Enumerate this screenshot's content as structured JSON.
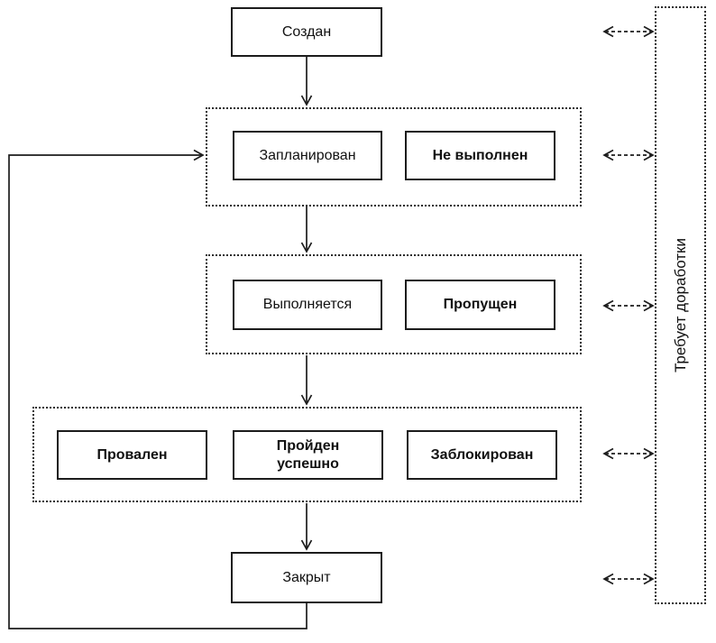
{
  "diagram": {
    "type": "state-flowchart",
    "language": "ru",
    "nodes": {
      "created": "Создан",
      "planned": "Запланирован",
      "not_executed": "Не выполнен",
      "in_progress": "Выполняется",
      "skipped": "Пропущен",
      "failed": "Провален",
      "passed": "Пройден\nуспешно",
      "blocked": "Заблокирован",
      "closed": "Закрыт",
      "needs_rework": "Требует доработки"
    },
    "groups": [
      {
        "id": "planning-group",
        "members": [
          "planned",
          "not_executed"
        ]
      },
      {
        "id": "execution-group",
        "members": [
          "in_progress",
          "skipped"
        ]
      },
      {
        "id": "results-group",
        "members": [
          "failed",
          "passed",
          "blocked"
        ]
      }
    ],
    "edges": [
      {
        "from": "created",
        "to": "planning-group",
        "style": "solid-arrow"
      },
      {
        "from": "planning-group",
        "to": "execution-group",
        "style": "solid-arrow"
      },
      {
        "from": "execution-group",
        "to": "results-group",
        "style": "solid-arrow"
      },
      {
        "from": "results-group",
        "to": "closed",
        "style": "solid-arrow"
      },
      {
        "from": "closed",
        "to": "planning-group",
        "style": "solid-arrow-loop-left"
      },
      {
        "from": "created",
        "to": "needs_rework",
        "style": "dashed-bidirectional"
      },
      {
        "from": "planning-group",
        "to": "needs_rework",
        "style": "dashed-bidirectional"
      },
      {
        "from": "execution-group",
        "to": "needs_rework",
        "style": "dashed-bidirectional"
      },
      {
        "from": "results-group",
        "to": "needs_rework",
        "style": "dashed-bidirectional"
      },
      {
        "from": "closed",
        "to": "needs_rework",
        "style": "dashed-bidirectional"
      }
    ],
    "colors": {
      "line": "#1c1c1c",
      "background": "#ffffff",
      "text": "#111111"
    }
  }
}
